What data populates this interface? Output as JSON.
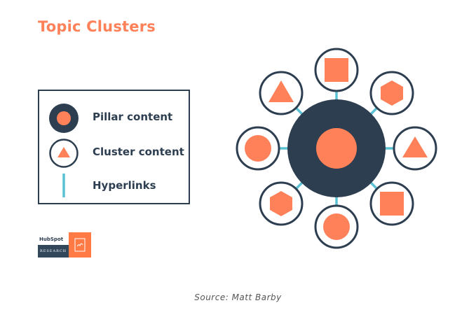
{
  "title": "Topic Clusters",
  "legend": {
    "pillar_label": "Pillar content",
    "cluster_label": "Cluster content",
    "hyperlink_label": "Hyperlinks"
  },
  "logo": {
    "brand": "HubSpot",
    "subtitle": "RESEARCH"
  },
  "source": "Source: Matt Barby",
  "colors": {
    "accent": "#ff8159",
    "dark": "#2d3e50",
    "link": "#5bc2d4"
  },
  "diagram": {
    "center": "pillar-circle",
    "nodes": [
      "square",
      "hexagon",
      "triangle",
      "square",
      "circle",
      "hexagon",
      "circle",
      "triangle"
    ]
  }
}
